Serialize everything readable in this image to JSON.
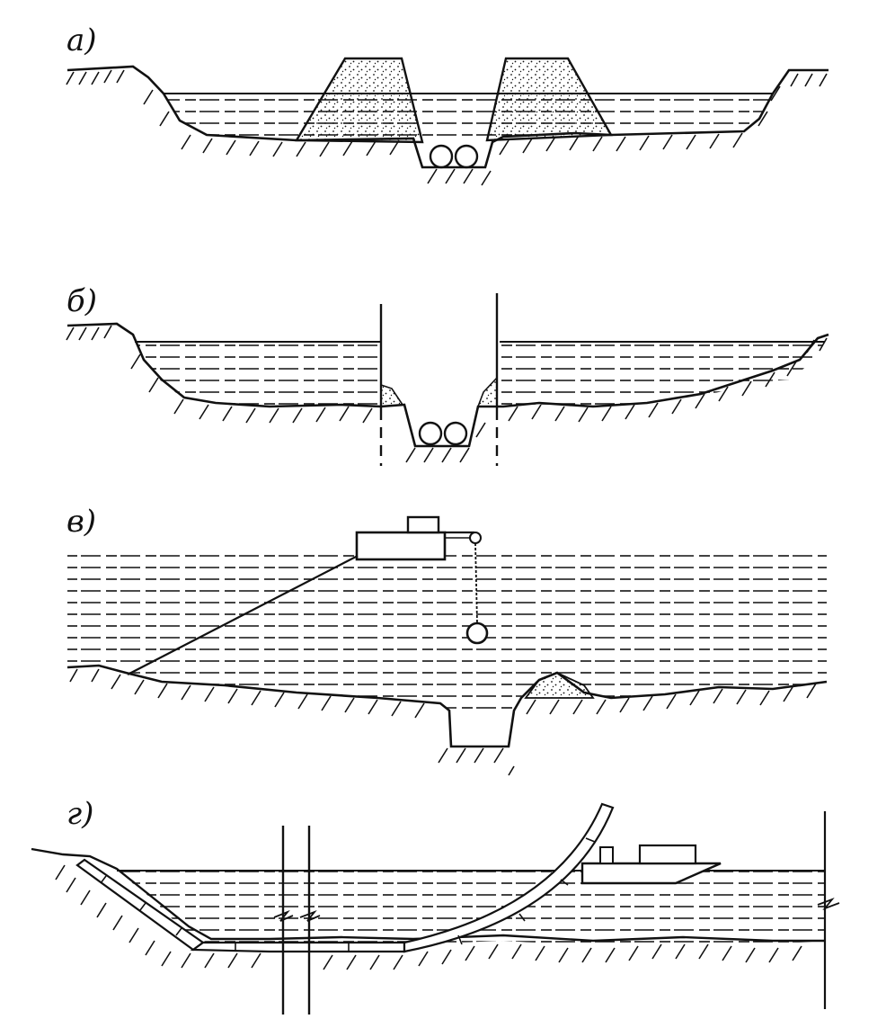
{
  "panels": [
    {
      "label": "а)",
      "name": "trench-with-sand-dams"
    },
    {
      "label": "б)",
      "name": "trench-with-sheet-piles"
    },
    {
      "label": "в)",
      "name": "dredging-vessel-with-grab"
    },
    {
      "label": "г)",
      "name": "pipeline-pull-installation"
    }
  ],
  "colors": {
    "ink": "#111111",
    "water": "#ffffff",
    "sand": "#ffffff",
    "paper": "#ffffff"
  }
}
